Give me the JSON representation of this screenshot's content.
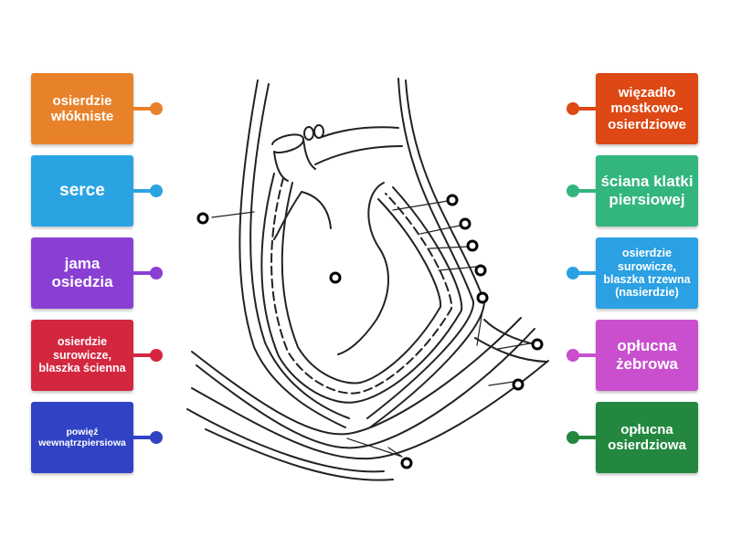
{
  "labels_left": [
    {
      "text": "osierdzie włókniste",
      "color": "#e8822a"
    },
    {
      "text": "serce",
      "color": "#2aa3e3"
    },
    {
      "text": "jama osiedzia",
      "color": "#8a3fd4"
    },
    {
      "text": "osierdzie surowicze, blaszka ścienna",
      "color": "#d3273f"
    },
    {
      "text": "powięź wewnątrzpiersiowa",
      "color": "#3043c4"
    }
  ],
  "labels_right": [
    {
      "text": "więzadło mostkowo-osierdziowe",
      "color": "#dd4814"
    },
    {
      "text": "ściana klatki piersiowej",
      "color": "#33b57e"
    },
    {
      "text": "osierdzie surowicze, blaszka trzewna (nasierdzie)",
      "color": "#2ba0e2"
    },
    {
      "text": "opłucna żebrowa",
      "color": "#c94fcf"
    },
    {
      "text": "opłucna osierdziowa",
      "color": "#23873f"
    }
  ]
}
